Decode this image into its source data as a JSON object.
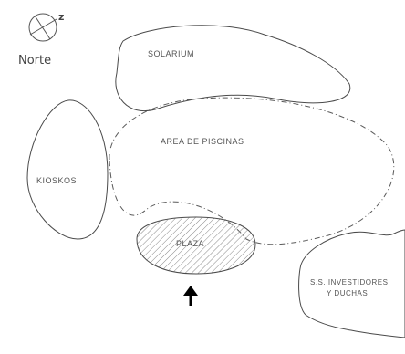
{
  "compass": {
    "label": "Norte",
    "mark": "z"
  },
  "zones": {
    "top": "SOLARIUM",
    "center": "AREA DE PISCINAS",
    "left": "KIOSKOS",
    "plaza": "PLAZA",
    "bottom_right_line1": "S.S. INVESTIDORES",
    "bottom_right_line2": "Y DUCHAS"
  },
  "entrance": {
    "icon": "up-arrow-icon"
  }
}
